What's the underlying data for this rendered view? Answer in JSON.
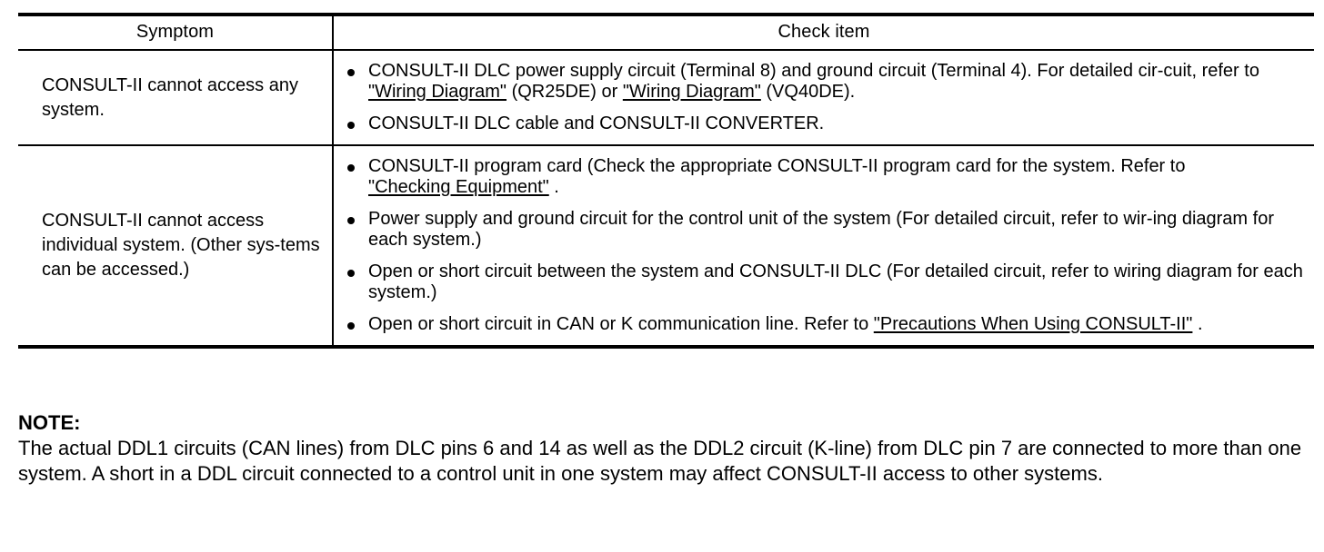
{
  "table": {
    "headers": {
      "symptom": "Symptom",
      "check_item": "Check item"
    },
    "rows": [
      {
        "symptom": "CONSULT-II cannot access any system.",
        "items": [
          {
            "parts": [
              {
                "t": "CONSULT-II DLC power supply circuit (Terminal 8) and ground circuit (Terminal 4). For detailed cir-cuit, refer to ",
                "link": false
              },
              {
                "t": "\"Wiring Diagram\"",
                "link": true
              },
              {
                "t": "  (QR25DE) or ",
                "link": false
              },
              {
                "t": "\"Wiring Diagram\"",
                "link": true
              },
              {
                "t": "  (VQ40DE).",
                "link": false
              }
            ]
          },
          {
            "parts": [
              {
                "t": "CONSULT-II DLC cable and CONSULT-II CONVERTER.",
                "link": false
              }
            ]
          }
        ]
      },
      {
        "symptom": "CONSULT-II cannot access individual system. (Other sys-tems can be accessed.)",
        "items": [
          {
            "parts": [
              {
                "t": "CONSULT-II program card (Check the appropriate CONSULT-II program card for the system. Refer to ",
                "link": false
              },
              {
                "t": " \"Checking Equipment\"",
                "link": true
              },
              {
                "t": " .",
                "link": false
              }
            ]
          },
          {
            "parts": [
              {
                "t": "Power supply and ground circuit for the control unit of the system (For detailed circuit, refer to wir-ing diagram for each system.)",
                "link": false
              }
            ]
          },
          {
            "parts": [
              {
                "t": "Open or short circuit between the system and CONSULT-II DLC (For detailed circuit, refer to wiring diagram for each system.)",
                "link": false
              }
            ]
          },
          {
            "parts": [
              {
                "t": "Open or short circuit in CAN or K communication line. Refer to ",
                "link": false
              },
              {
                "t": "\"Precautions When Using CONSULT-II\"",
                "link": true
              },
              {
                "t": " .",
                "link": false
              }
            ]
          }
        ]
      }
    ]
  },
  "note": {
    "title": "NOTE:",
    "body": "The actual DDL1 circuits (CAN lines) from DLC pins 6 and 14 as well as the DDL2 circuit (K-line) from DLC pin 7 are connected to more than one system. A short in a DDL circuit connected to a control unit in one system may affect CONSULT-II access to other systems."
  }
}
